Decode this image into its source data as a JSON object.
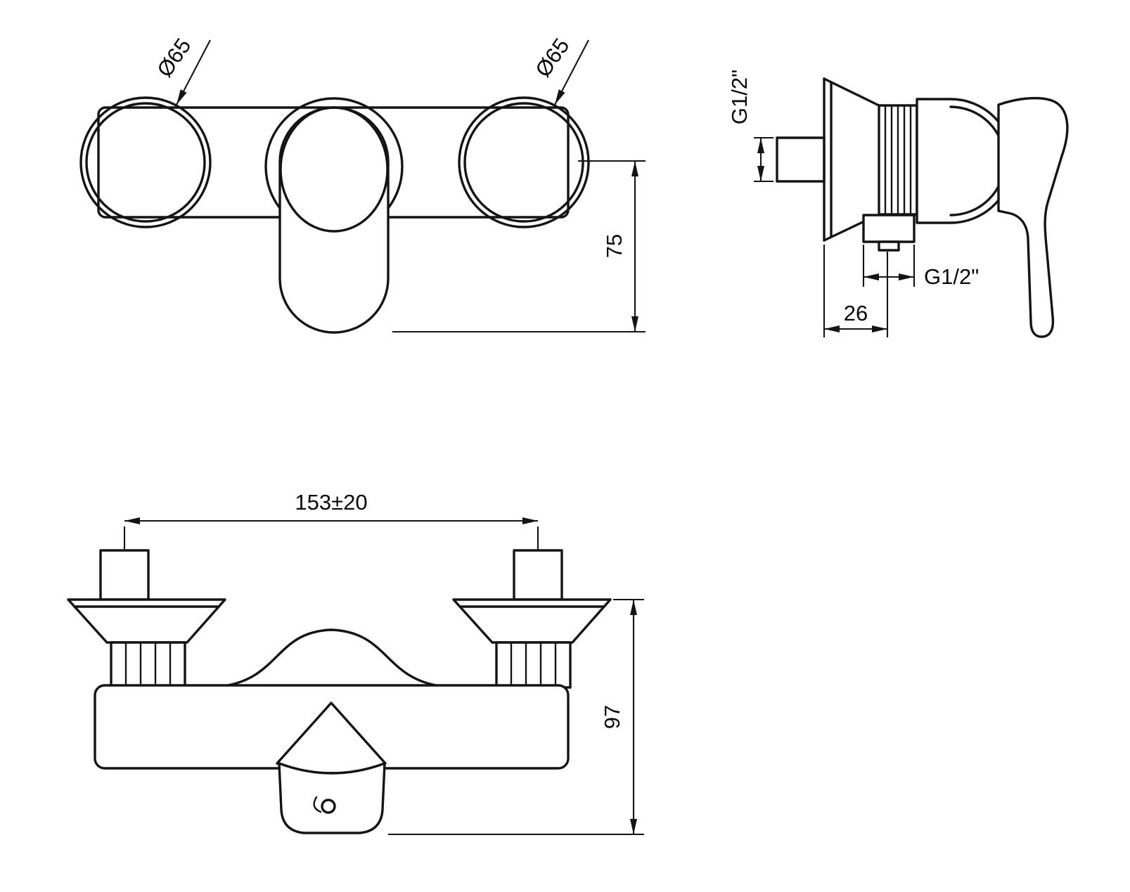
{
  "page": {
    "background_color": "#ffffff",
    "ink_color": "#141414",
    "drawing_type": "technical dimension drawing of wall-mounted shower mixer faucet"
  },
  "views": {
    "top_view": {
      "name": "top view of mixer with escutcheons and lever handle",
      "labels": {
        "left_diameter": "Ø65",
        "right_diameter": "Ø65",
        "handle_projection": "75"
      }
    },
    "side_view": {
      "name": "side profile view of mixer on wall",
      "labels": {
        "inlet_thread": "G1/2\"",
        "outlet_thread": "G1/2\"",
        "wall_offset": "26"
      }
    },
    "front_view": {
      "name": "front elevation of mixer body",
      "labels": {
        "inlet_spacing": "153±20",
        "body_height": "97"
      }
    }
  }
}
